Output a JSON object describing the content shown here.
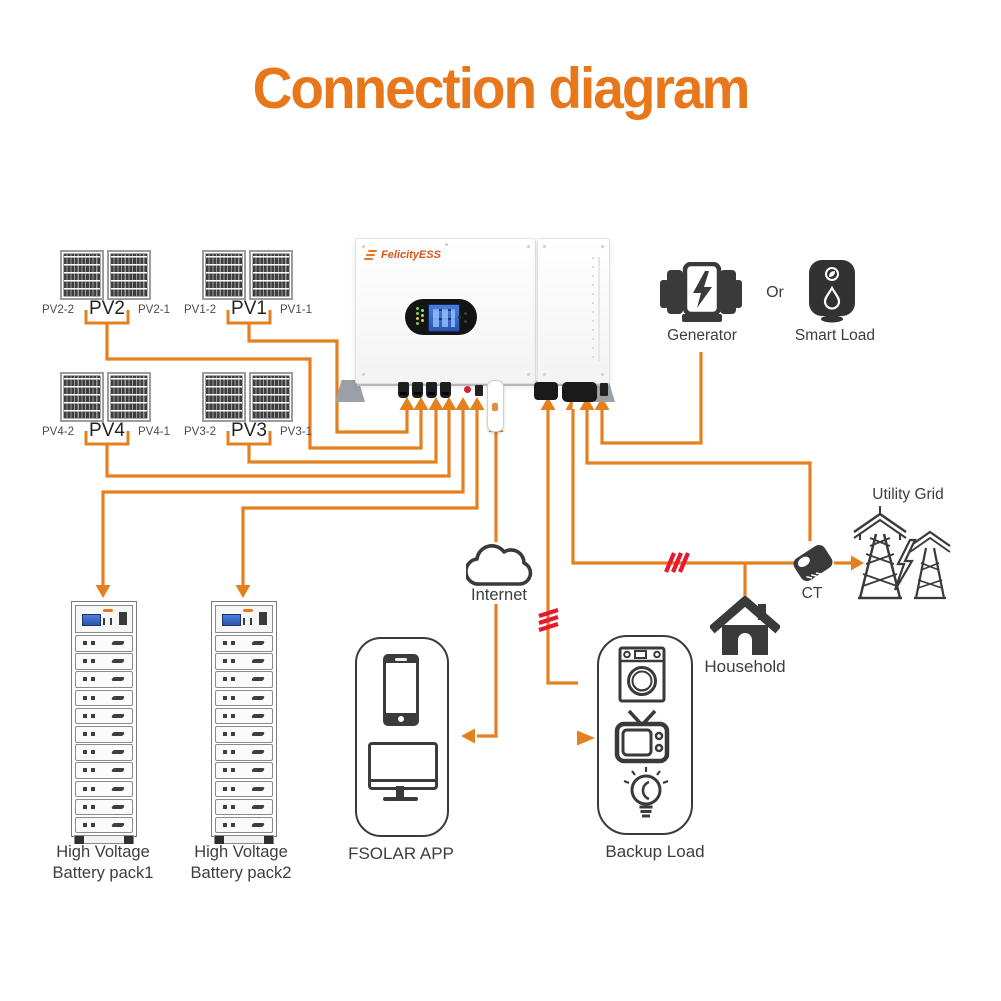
{
  "title": "Connection diagram",
  "colors": {
    "accent_orange": "#E5801F",
    "title_orange": "#E8771C",
    "hazard_red": "#E6192E",
    "icon_dark": "#3A3A3B",
    "text_dark": "#3D3D3C",
    "lcd_blue": "#2F63C4"
  },
  "pv_groups": [
    {
      "left_label": "PV2-2",
      "main_label": "PV2",
      "right_label": "PV2-1"
    },
    {
      "left_label": "PV1-2",
      "main_label": "PV1",
      "right_label": "PV1-1"
    },
    {
      "left_label": "PV4-2",
      "main_label": "PV4",
      "right_label": "PV4-1"
    },
    {
      "left_label": "PV3-2",
      "main_label": "PV3",
      "right_label": "PV3-1"
    }
  ],
  "inverter": {
    "brand": "FelicityESS"
  },
  "generator": {
    "label": "Generator"
  },
  "or_text": "Or",
  "smart_load": {
    "label": "Smart Load"
  },
  "utility_grid": {
    "label": "Utility Grid"
  },
  "ct": {
    "label": "CT"
  },
  "household": {
    "label": "Household"
  },
  "internet": {
    "label": "Internet"
  },
  "fsolar_app": {
    "label": "FSOLAR APP"
  },
  "backup_load": {
    "label": "Backup Load"
  },
  "battery_pack1": {
    "line1": "High Voltage",
    "line2": "Battery pack1"
  },
  "battery_pack2": {
    "line1": "High Voltage",
    "line2": "Battery pack2"
  },
  "icons": {
    "solar-panel": "gridded-pv-module",
    "generator": "engine-with-lightning-bolt",
    "smart-load": "water-heater",
    "utility-grid": "transmission-towers-with-bolt",
    "ct": "current-transformer-clamp",
    "household": "house",
    "internet": "cloud",
    "fsolar-app": "phone-and-monitor",
    "backup-load": "washer-tv-bulb",
    "battery": "rack-tower",
    "wifi-dongle": "usb-stick"
  }
}
